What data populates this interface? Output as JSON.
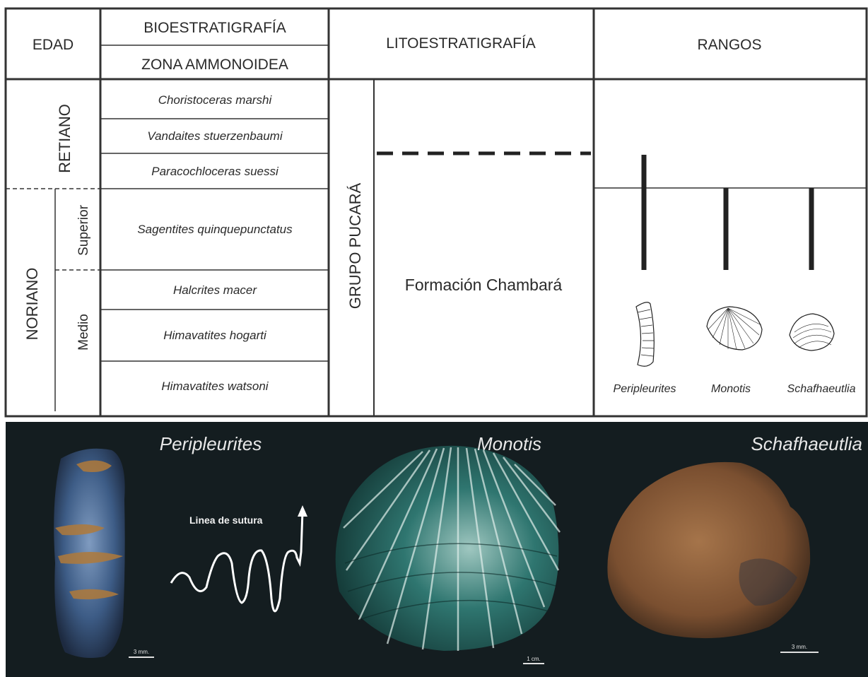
{
  "table": {
    "headers": {
      "edad": "EDAD",
      "bioestratigrafia": "BIOESTRATIGRAFÍA",
      "zona": "ZONA AMMONOIDEA",
      "litoestratigrafia": "LITOESTRATIGRAFÍA",
      "rangos": "RANGOS"
    },
    "stages": {
      "retiano": "RETIANO",
      "noriano": "NORIANO",
      "superior": "Superior",
      "medio": "Medio"
    },
    "zones": [
      "Choristoceras marshi",
      "Vandaites stuerzenbaumi",
      "Paracochloceras suessi",
      "Sagentites quinquepunctatus",
      "Halcrites macer",
      "Himavatites hogarti",
      "Himavatites watsoni"
    ],
    "group": "GRUPO PUCARÁ",
    "formation": "Formación Chambará",
    "taxa": [
      "Peripleurites",
      "Monotis",
      "Schafhaeutlia"
    ]
  },
  "photos": {
    "peripleurites_title": "Peripleurites",
    "monotis_title": "Monotis",
    "schafhaeutlia_title": "Schafhaeutlia",
    "suture_label": "Linea de sutura",
    "scale_a": "3 mm.",
    "scale_b": "1 cm.",
    "scale_c": "3 mm."
  },
  "colors": {
    "line": "#333333",
    "panel_bg": "#141d20",
    "monotis_shell": "#1f5a56",
    "schafhaeutlia_shell": "#8a5a35",
    "peripleurites_shell": "#3d5c86"
  }
}
